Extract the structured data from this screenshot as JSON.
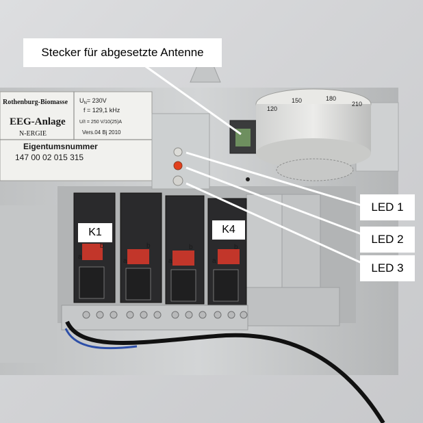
{
  "annotations": {
    "antenna_label": "Stecker für abgesetzte Antenne",
    "led1_label": "LED 1",
    "led2_label": "LED 2",
    "led3_label": "LED 3",
    "relay_k1_label": "K1",
    "relay_k4_label": "K4"
  },
  "nameplate": {
    "manufacturer": "Rothenburg-Biomasse",
    "product": "EEG-Anlage",
    "brand": "N-ERGIE",
    "voltage": "U",
    "voltage_sub": "N",
    "voltage_value": "= 230V",
    "frequency": "f = 129,1 kHz",
    "rating": "U",
    "rating_detail": "/I  = 250 V/10(25)A",
    "version": "Vers.04  Bj 2010",
    "ownership_title": "Eigentumsnummer",
    "ownership_number": "147  00 02  015  315"
  },
  "dial": {
    "ticks": [
      "120",
      "150",
      "180",
      "210"
    ]
  },
  "relay_letters": [
    "b",
    "a",
    "b",
    "a",
    "b",
    "a",
    "b",
    "a"
  ],
  "colors": {
    "wall": "#d7d8da",
    "housing": "#c9cbcc",
    "relay_body": "#2a2a2c",
    "relay_lever": "#c2362a",
    "led_red": "#e2401d",
    "cable": "#111111",
    "callout_bg": "#ffffff"
  }
}
